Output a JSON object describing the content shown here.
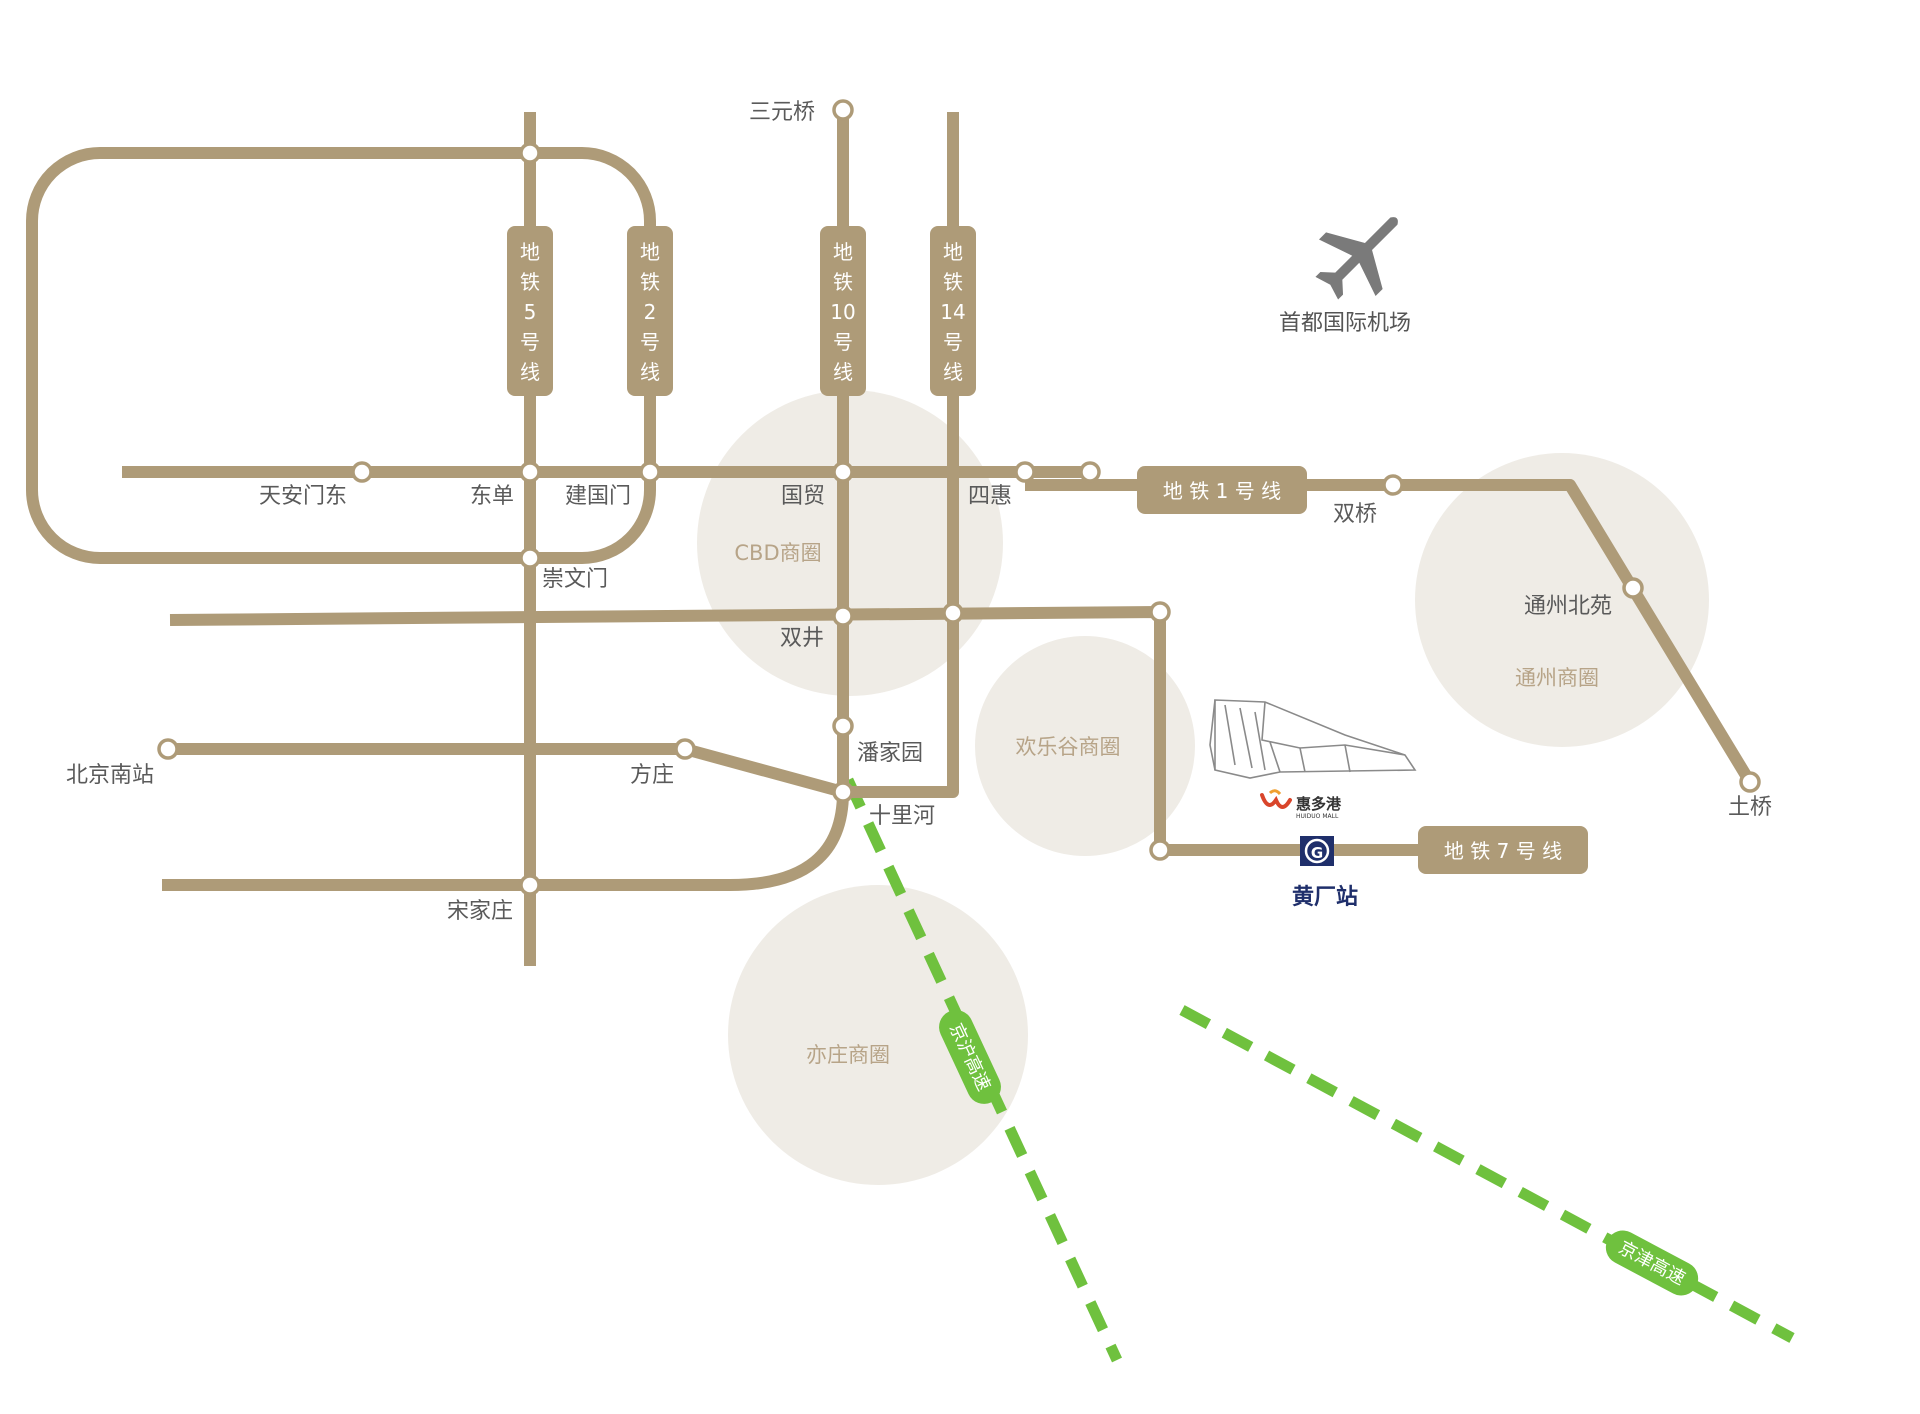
{
  "stations": {
    "sanyuanqiao": "三元桥",
    "tiananmendong": "天安门东",
    "dongdan": "东单",
    "jianguomen": "建国门",
    "guomao": "国贸",
    "sihui": "四惠",
    "shuangqiao": "双桥",
    "chongwenmen": "崇文门",
    "shuangjing": "双井",
    "panjiayuan": "潘家园",
    "fangzhuang": "方庄",
    "beijingnan": "北京南站",
    "shilihe": "十里河",
    "songjiazhuang": "宋家庄",
    "tongzhoubeiyuan": "通州北苑",
    "tuqiao": "土桥",
    "huangchang": "黄厂站"
  },
  "zones": {
    "cbd": "CBD商圈",
    "happy_valley": "欢乐谷商圈",
    "tongzhou": "通州商圈",
    "yizhuang": "亦庄商圈"
  },
  "lines": {
    "line5": [
      "地",
      "铁",
      "5",
      "号",
      "线"
    ],
    "line2": [
      "地",
      "铁",
      "2",
      "号",
      "线"
    ],
    "line10": [
      "地",
      "铁",
      "10",
      "号",
      "线"
    ],
    "line14": [
      "地",
      "铁",
      "14",
      "号",
      "线"
    ],
    "line1": "地 铁 1 号 线",
    "line7": "地 铁 7 号 线"
  },
  "highways": {
    "jinghu": "京沪高速",
    "jingjin": "京津高速"
  },
  "airport": {
    "label": "首都国际机场",
    "icon": "airplane-icon"
  },
  "mall": {
    "name": "惠多港",
    "subtitle": "HUIDUO MALL",
    "icon": "mall-building-icon"
  },
  "station_marker": {
    "letter": "G",
    "icon": "metro-station-icon"
  },
  "colors": {
    "line": "#AE9B78",
    "zone": "#EFECE6",
    "zone_text": "#B7A488",
    "highway": "#6FC13E",
    "station_marker": "#1F2F6B"
  }
}
